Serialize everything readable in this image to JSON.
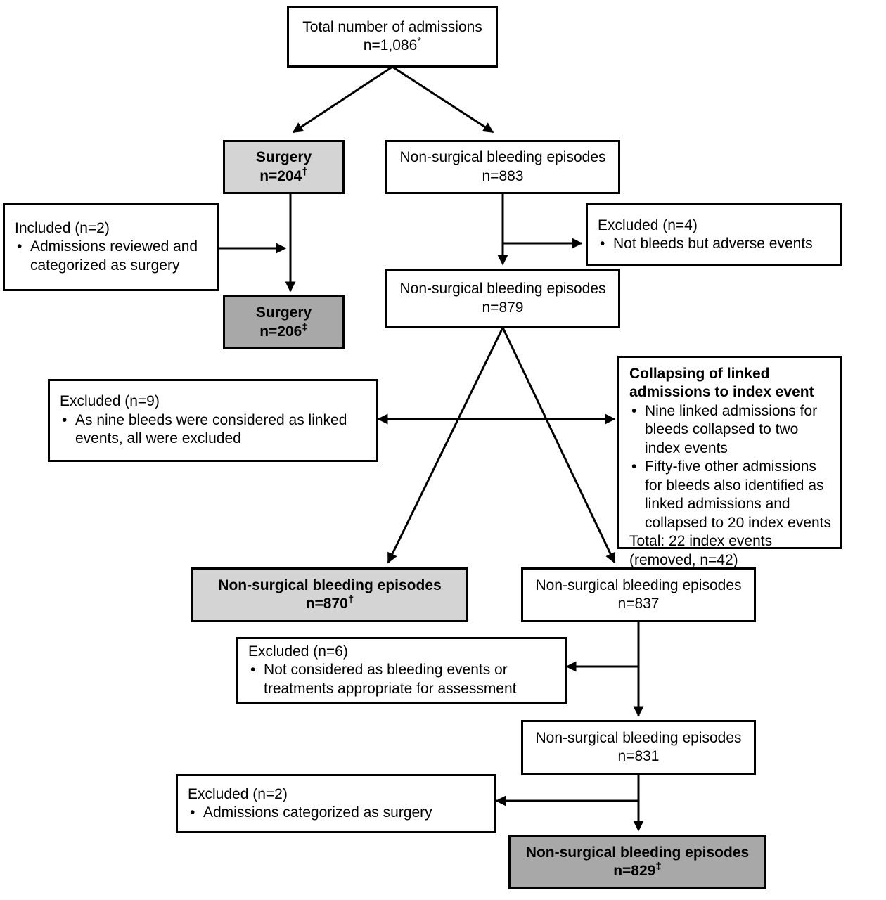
{
  "figure": {
    "type": "flowchart",
    "title": "Study flow of admissions, surgeries and non-surgical bleeding episodes",
    "colors": {
      "outline": "#000000",
      "background": "#ffffff",
      "shade_light": "#d4d4d4",
      "shade_dark": "#a8a8a8"
    }
  },
  "nodes": {
    "total_admissions": {
      "line1": "Total number of admissions",
      "line2": "n=1,086*"
    },
    "surgery_204": {
      "line1": "Surgery",
      "line2": "n=204†"
    },
    "nonsurgical_883": {
      "line1": "Non-surgical bleeding episodes",
      "line2": "n=883"
    },
    "included_2": {
      "header": "Included (n=2)",
      "bullets": [
        "Admissions reviewed and categorized as surgery"
      ]
    },
    "excluded_4": {
      "header": "Excluded (n=4)",
      "bullets": [
        "Not bleeds but adverse events"
      ]
    },
    "surgery_206": {
      "line1": "Surgery",
      "line2": "n=206‡"
    },
    "nonsurgical_879": {
      "line1": "Non-surgical bleeding episodes",
      "line2": "n=879"
    },
    "excluded_9": {
      "header": "Excluded (n=9)",
      "bullets": [
        "As nine bleeds were considered as linked events, all were excluded"
      ]
    },
    "collapsing": {
      "header": "Collapsing of linked admissions to index event",
      "bullets": [
        "Nine linked admissions for bleeds collapsed to two index events",
        "Fifty-five other admissions for bleeds also identified as linked admissions and collapsed to 20 index events"
      ],
      "tail1": "Total: 22 index events",
      "tail2": "(removed, n=42)"
    },
    "nonsurgical_870": {
      "line1": "Non-surgical bleeding episodes",
      "line2": "n=870†"
    },
    "nonsurgical_837": {
      "line1": "Non-surgical bleeding episodes",
      "line2": "n=837"
    },
    "excluded_6": {
      "header": "Excluded (n=6)",
      "bullets": [
        "Not considered as bleeding events or treatments appropriate for assessment"
      ]
    },
    "nonsurgical_831": {
      "line1": "Non-surgical bleeding episodes",
      "line2": "n=831"
    },
    "excluded_2": {
      "header": "Excluded (n=2)",
      "bullets": [
        "Admissions categorized as surgery"
      ]
    },
    "nonsurgical_829": {
      "line1": "Non-surgical bleeding episodes",
      "line2": "n=829‡"
    }
  }
}
